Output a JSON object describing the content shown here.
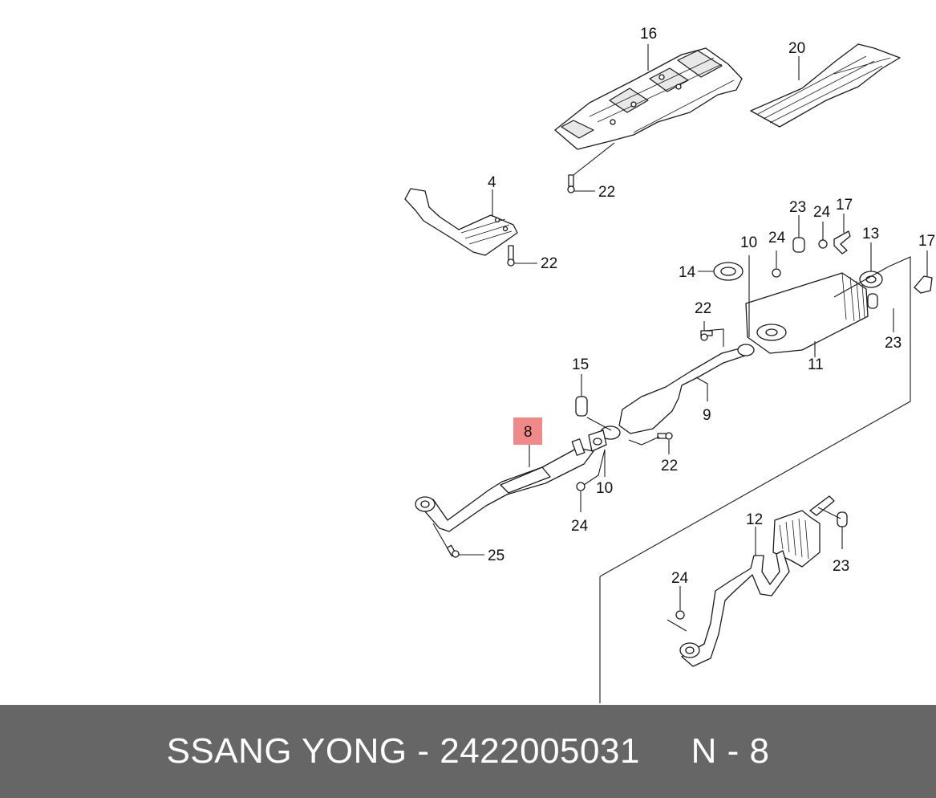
{
  "callouts": {
    "c16": "16",
    "c20": "20",
    "c4": "4",
    "c22a": "22",
    "c22b": "22",
    "c23a": "23",
    "c24a": "24",
    "c17a": "17",
    "c10a": "10",
    "c24b": "24",
    "c13": "13",
    "c17b": "17",
    "c14": "14",
    "c22c": "22",
    "c23b": "23",
    "c11": "11",
    "c15": "15",
    "c9": "9",
    "c8": "8",
    "c22d": "22",
    "c10b": "10",
    "c24c": "24",
    "c25": "25",
    "c12": "12",
    "c24d": "24",
    "c23c": "23"
  },
  "footer": {
    "brand": "SSANG YONG",
    "separator": " - ",
    "part_number": "2422005031",
    "gap": "     ",
    "position": "N - 8"
  },
  "colors": {
    "highlight": "#f08a8a",
    "footer_bg": "#666666",
    "footer_text": "#ffffff"
  }
}
